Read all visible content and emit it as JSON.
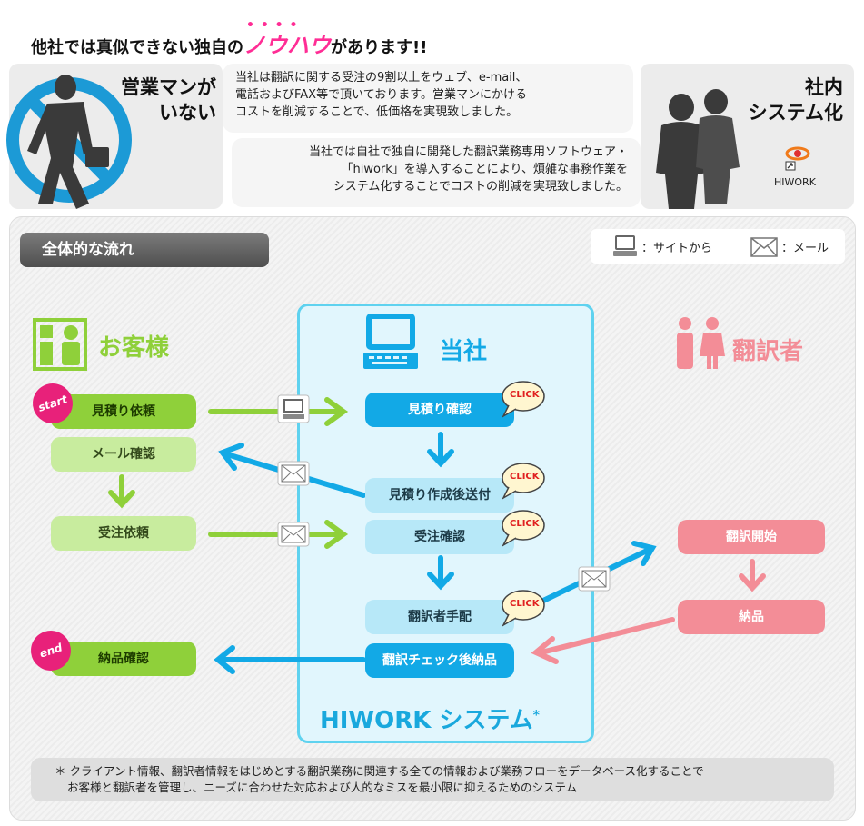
{
  "title": {
    "before": "他社では真似できない独自の",
    "highlight": "ノウハウ",
    "after": "があります!!"
  },
  "no_sales": {
    "heading_line1": "営業マンが",
    "heading_line2": "いない",
    "text_line1": "当社は翻訳に関する受注の9割以上をウェブ、e-mail、",
    "text_line2": "電話およびFAX等で頂いております。営業マンにかける",
    "text_line3": "コストを削減することで、低価格を実現致しました。"
  },
  "system": {
    "heading_line1": "社内",
    "heading_line2": "システム化",
    "text_line1": "当社では自社で独自に開発した翻訳業務専用ソフトウェア・",
    "text_line2": "「hiwork」を導入することにより、煩雑な事務作業を",
    "text_line3": "システム化することでコストの削減を実現致しました。",
    "app_label": "HIWORK"
  },
  "flow": {
    "label": "全体的な流れ",
    "legend": {
      "site": "：サイトから",
      "mail": "：メール"
    },
    "columns": {
      "customer": "お客様",
      "company": "当社",
      "translator": "翻訳者"
    },
    "customer_steps": [
      "見積り依頼",
      "メール確認",
      "受注依頼",
      "納品確認"
    ],
    "company_steps": [
      "見積り確認",
      "見積り作成後送付",
      "受注確認",
      "翻訳者手配",
      "翻訳チェック後納品"
    ],
    "translator_steps": [
      "翻訳開始",
      "納品"
    ],
    "badges": {
      "start": "start",
      "end": "end"
    },
    "click_label": "CLICK",
    "system_name": "HIWORK システム",
    "system_mark": "*"
  },
  "footnote": {
    "line1": "＊ クライアント情報、翻訳者情報をはじめとする翻訳業務に関連する全ての情報および業務フローをデータベース化することで",
    "line2": "お客様と翻訳者を管理し、ニーズに合わせた対応および人的なミスを最小限に抑えるためのシステム"
  },
  "colors": {
    "green": "#8fd03a",
    "light_green": "#c8ec9e",
    "blue": "#12a9e6",
    "light_blue": "#b7e8f8",
    "pink": "#f38d97",
    "accent_pink": "#ff2d95"
  }
}
